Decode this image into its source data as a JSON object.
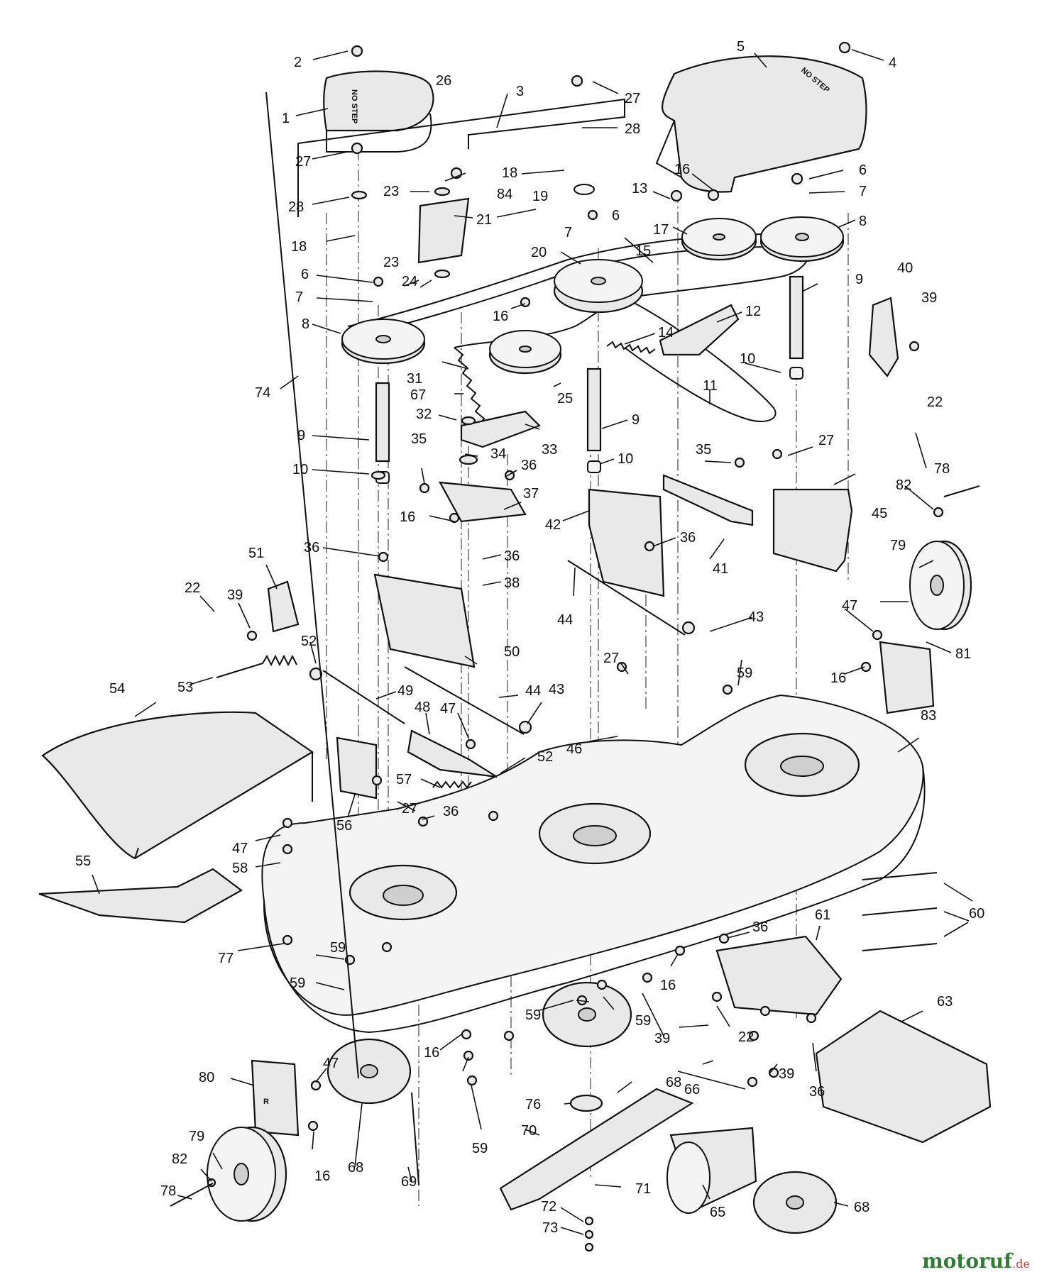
{
  "diagram": {
    "stencils": {
      "left_cover": "NO STEP",
      "right_cover": "NO STEP",
      "hanger": "R"
    },
    "callouts": [
      {
        "id": "c1",
        "label": "1"
      },
      {
        "id": "c2",
        "label": "2"
      },
      {
        "id": "c3",
        "label": "3"
      },
      {
        "id": "c4",
        "label": "4"
      },
      {
        "id": "c5",
        "label": "5"
      },
      {
        "id": "c6a",
        "label": "6"
      },
      {
        "id": "c6b",
        "label": "6"
      },
      {
        "id": "c6c",
        "label": "6"
      },
      {
        "id": "c7a",
        "label": "7"
      },
      {
        "id": "c7b",
        "label": "7"
      },
      {
        "id": "c7c",
        "label": "7"
      },
      {
        "id": "c8a",
        "label": "8"
      },
      {
        "id": "c8b",
        "label": "8"
      },
      {
        "id": "c9a",
        "label": "9"
      },
      {
        "id": "c9b",
        "label": "9"
      },
      {
        "id": "c9c",
        "label": "9"
      },
      {
        "id": "c10a",
        "label": "10"
      },
      {
        "id": "c10b",
        "label": "10"
      },
      {
        "id": "c10c",
        "label": "10"
      },
      {
        "id": "c11",
        "label": "11"
      },
      {
        "id": "c12",
        "label": "12"
      },
      {
        "id": "c13",
        "label": "13"
      },
      {
        "id": "c14",
        "label": "14"
      },
      {
        "id": "c15",
        "label": "15"
      },
      {
        "id": "c16a",
        "label": "16"
      },
      {
        "id": "c16b",
        "label": "16"
      },
      {
        "id": "c16c",
        "label": "16"
      },
      {
        "id": "c16d",
        "label": "16"
      },
      {
        "id": "c16e",
        "label": "16"
      },
      {
        "id": "c16f",
        "label": "16"
      },
      {
        "id": "c16g",
        "label": "16"
      },
      {
        "id": "c17",
        "label": "17"
      },
      {
        "id": "c18a",
        "label": "18"
      },
      {
        "id": "c18b",
        "label": "18"
      },
      {
        "id": "c19",
        "label": "19"
      },
      {
        "id": "c20",
        "label": "20"
      },
      {
        "id": "c21",
        "label": "21"
      },
      {
        "id": "c22a",
        "label": "22"
      },
      {
        "id": "c22b",
        "label": "22"
      },
      {
        "id": "c22c",
        "label": "22"
      },
      {
        "id": "c23a",
        "label": "23"
      },
      {
        "id": "c23b",
        "label": "23"
      },
      {
        "id": "c24",
        "label": "24"
      },
      {
        "id": "c25",
        "label": "25"
      },
      {
        "id": "c26",
        "label": "26"
      },
      {
        "id": "c27a",
        "label": "27"
      },
      {
        "id": "c27b",
        "label": "27"
      },
      {
        "id": "c27c",
        "label": "27"
      },
      {
        "id": "c27d",
        "label": "27"
      },
      {
        "id": "c27e",
        "label": "27"
      },
      {
        "id": "c28a",
        "label": "28"
      },
      {
        "id": "c28b",
        "label": "28"
      },
      {
        "id": "c31",
        "label": "31"
      },
      {
        "id": "c32",
        "label": "32"
      },
      {
        "id": "c33",
        "label": "33"
      },
      {
        "id": "c34",
        "label": "34"
      },
      {
        "id": "c35a",
        "label": "35"
      },
      {
        "id": "c35b",
        "label": "35"
      },
      {
        "id": "c36a",
        "label": "36"
      },
      {
        "id": "c36b",
        "label": "36"
      },
      {
        "id": "c36c",
        "label": "36"
      },
      {
        "id": "c36d",
        "label": "36"
      },
      {
        "id": "c36e",
        "label": "36"
      },
      {
        "id": "c36f",
        "label": "36"
      },
      {
        "id": "c36g",
        "label": "36"
      },
      {
        "id": "c37",
        "label": "37"
      },
      {
        "id": "c38",
        "label": "38"
      },
      {
        "id": "c39a",
        "label": "39"
      },
      {
        "id": "c39b",
        "label": "39"
      },
      {
        "id": "c39c",
        "label": "39"
      },
      {
        "id": "c39d",
        "label": "39"
      },
      {
        "id": "c40",
        "label": "40"
      },
      {
        "id": "c41",
        "label": "41"
      },
      {
        "id": "c42",
        "label": "42"
      },
      {
        "id": "c43a",
        "label": "43"
      },
      {
        "id": "c43b",
        "label": "43"
      },
      {
        "id": "c44a",
        "label": "44"
      },
      {
        "id": "c44b",
        "label": "44"
      },
      {
        "id": "c45",
        "label": "45"
      },
      {
        "id": "c46",
        "label": "46"
      },
      {
        "id": "c47a",
        "label": "47"
      },
      {
        "id": "c47b",
        "label": "47"
      },
      {
        "id": "c47c",
        "label": "47"
      },
      {
        "id": "c47d",
        "label": "47"
      },
      {
        "id": "c48",
        "label": "48"
      },
      {
        "id": "c49",
        "label": "49"
      },
      {
        "id": "c50",
        "label": "50"
      },
      {
        "id": "c51",
        "label": "51"
      },
      {
        "id": "c52a",
        "label": "52"
      },
      {
        "id": "c52b",
        "label": "52"
      },
      {
        "id": "c53",
        "label": "53"
      },
      {
        "id": "c54",
        "label": "54"
      },
      {
        "id": "c55",
        "label": "55"
      },
      {
        "id": "c56",
        "label": "56"
      },
      {
        "id": "c57",
        "label": "57"
      },
      {
        "id": "c58",
        "label": "58"
      },
      {
        "id": "c59a",
        "label": "59"
      },
      {
        "id": "c59b",
        "label": "59"
      },
      {
        "id": "c59c",
        "label": "59"
      },
      {
        "id": "c59d",
        "label": "59"
      },
      {
        "id": "c59e",
        "label": "59"
      },
      {
        "id": "c59f",
        "label": "59"
      },
      {
        "id": "c60",
        "label": "60"
      },
      {
        "id": "c61",
        "label": "61"
      },
      {
        "id": "c63",
        "label": "63"
      },
      {
        "id": "c65",
        "label": "65"
      },
      {
        "id": "c66",
        "label": "66"
      },
      {
        "id": "c67",
        "label": "67"
      },
      {
        "id": "c68a",
        "label": "68"
      },
      {
        "id": "c68b",
        "label": "68"
      },
      {
        "id": "c68c",
        "label": "68"
      },
      {
        "id": "c69",
        "label": "69"
      },
      {
        "id": "c70",
        "label": "70"
      },
      {
        "id": "c71",
        "label": "71"
      },
      {
        "id": "c72",
        "label": "72"
      },
      {
        "id": "c73",
        "label": "73"
      },
      {
        "id": "c74",
        "label": "74"
      },
      {
        "id": "c76",
        "label": "76"
      },
      {
        "id": "c77",
        "label": "77"
      },
      {
        "id": "c78a",
        "label": "78"
      },
      {
        "id": "c78b",
        "label": "78"
      },
      {
        "id": "c79a",
        "label": "79"
      },
      {
        "id": "c79b",
        "label": "79"
      },
      {
        "id": "c80",
        "label": "80"
      },
      {
        "id": "c81",
        "label": "81"
      },
      {
        "id": "c82a",
        "label": "82"
      },
      {
        "id": "c82b",
        "label": "82"
      },
      {
        "id": "c83",
        "label": "83"
      },
      {
        "id": "c84",
        "label": "84"
      }
    ]
  },
  "watermark": {
    "text": "motoruf",
    "suffix": ".de"
  }
}
